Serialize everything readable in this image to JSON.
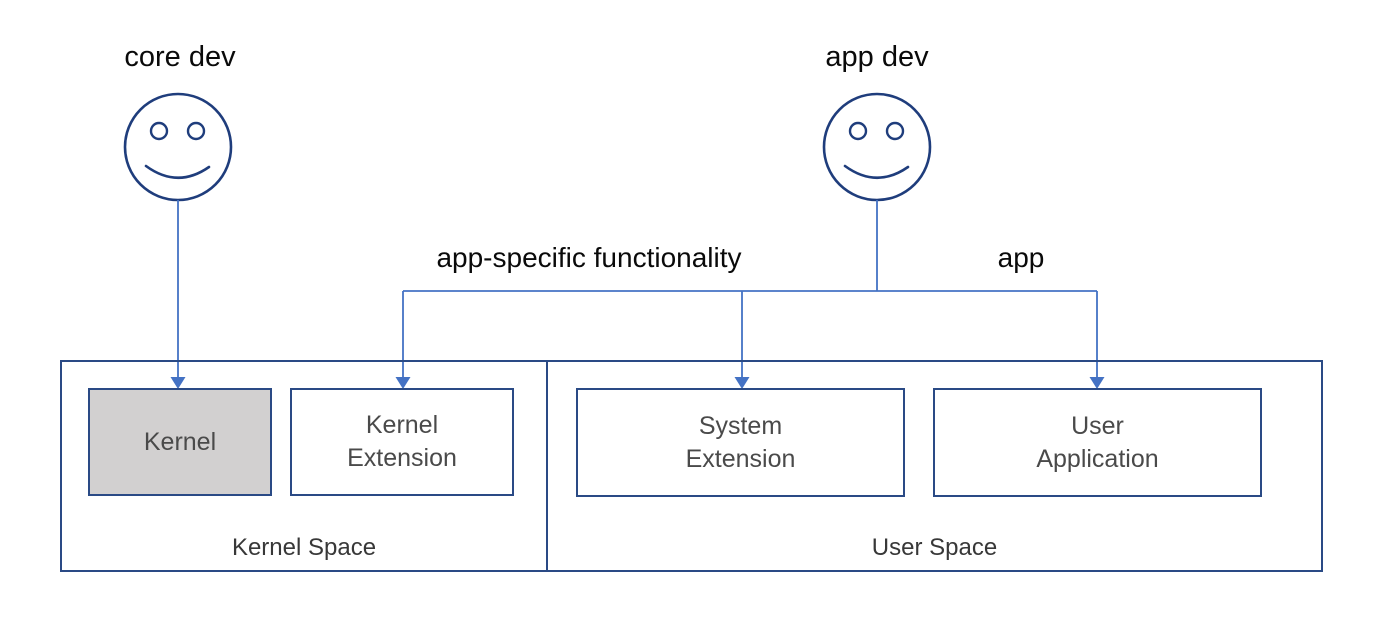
{
  "colors": {
    "background": "#FFFFFF",
    "line-blue": "#4472C4",
    "border-navy": "#2A4A85",
    "face-navy": "#1F3D7C",
    "kernel-fill": "#D2D0D0",
    "box-text": "#4A4A4A",
    "space-text": "#383838",
    "label-text": "#0A0A0A"
  },
  "actors": {
    "core_dev": {
      "label": "core dev",
      "icon": "smiley-face-icon"
    },
    "app_dev": {
      "label": "app dev",
      "icon": "smiley-face-icon"
    }
  },
  "edges": {
    "app_specific": {
      "label": "app-specific functionality"
    },
    "app": {
      "label": "app"
    }
  },
  "spaces": {
    "kernel_space": {
      "label": "Kernel Space",
      "boxes": {
        "kernel": {
          "label": "Kernel",
          "filled": true
        },
        "kernel_extension": {
          "label": "Kernel Extension",
          "filled": false
        }
      }
    },
    "user_space": {
      "label": "User Space",
      "boxes": {
        "system_extension": {
          "label": "System Extension",
          "filled": false
        },
        "user_application": {
          "label": "User Application",
          "filled": false
        }
      }
    }
  }
}
